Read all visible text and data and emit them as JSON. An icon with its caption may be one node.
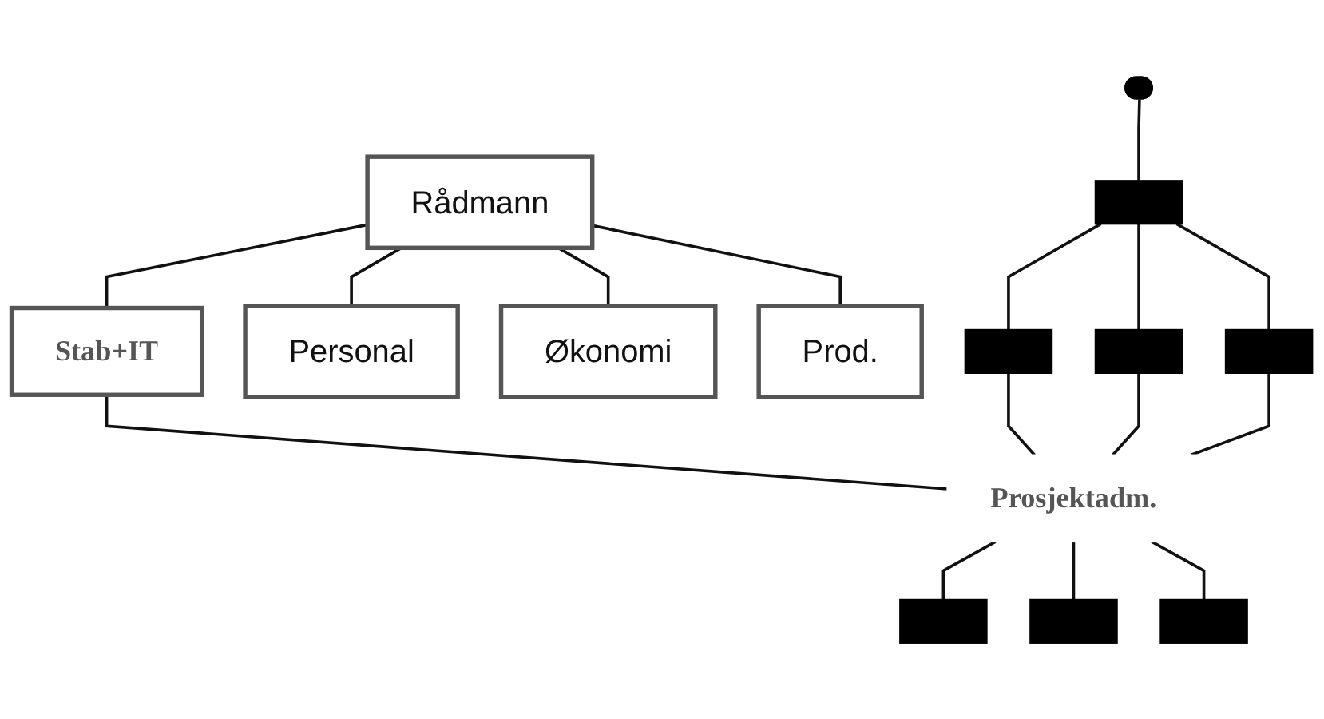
{
  "diagram": {
    "nodes": [
      {
        "text": [
          "Rådmann"
        ]
      },
      {
        "text": [
          "Stab+IT"
        ]
      },
      {
        "text": [
          "Personal"
        ]
      },
      {
        "text": [
          "Økonomi"
        ]
      },
      {
        "text": [
          "Prod."
        ]
      },
      {
        "text": [],
        "shape": "ellipse"
      },
      {
        "text": [],
        "shape": "bar"
      },
      {
        "text": [],
        "shape": "box"
      },
      {
        "text": [],
        "shape": "box"
      },
      {
        "text": [],
        "shape": "box"
      },
      {
        "text": [
          "Prosjektadm."
        ]
      },
      {
        "text": [],
        "shape": "box"
      },
      {
        "text": [],
        "shape": "box"
      },
      {
        "text": [],
        "shape": "box"
      }
    ],
    "edges": [
      {
        "from": 0,
        "to": 1,
        "arrow": "none"
      },
      {
        "from": 0,
        "to": 2,
        "arrow": "none"
      },
      {
        "from": 0,
        "to": 3,
        "arrow": "none"
      },
      {
        "from": 0,
        "to": 4,
        "arrow": "none"
      },
      {
        "from": 1,
        "to": 10,
        "arrow": "none"
      },
      {
        "from": 5,
        "to": 6,
        "arrow": "none"
      },
      {
        "from": 6,
        "to": 7,
        "arrow": "none"
      },
      {
        "from": 6,
        "to": 8,
        "arrow": "none"
      },
      {
        "from": 6,
        "to": 9,
        "arrow": "none"
      },
      {
        "from": 7,
        "to": 10,
        "arrow": "none"
      },
      {
        "from": 8,
        "to": 10,
        "arrow": "none"
      },
      {
        "from": 9,
        "to": 10,
        "arrow": "none"
      },
      {
        "from": 10,
        "to": 11,
        "arrow": "none"
      },
      {
        "from": 10,
        "to": 12,
        "arrow": "none"
      },
      {
        "from": 10,
        "to": 13,
        "arrow": "none"
      }
    ]
  }
}
